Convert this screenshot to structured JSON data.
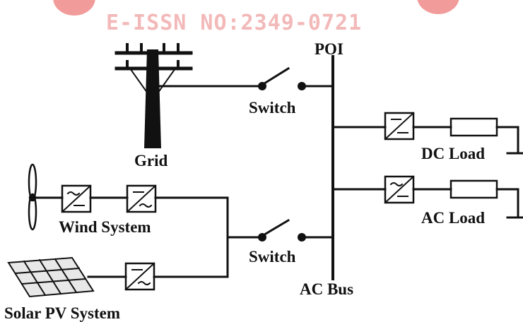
{
  "watermark": {
    "text": "E-ISSN NO:2349-0721",
    "color": "#f3b9b9"
  },
  "labels": {
    "poi": "POI",
    "switch_top": "Switch",
    "grid": "Grid",
    "dc_load": "DC Load",
    "ac_load": "AC Load",
    "wind_system": "Wind System",
    "switch_bottom": "Switch",
    "ac_bus": "AC Bus",
    "solar_pv_system": "Solar PV System"
  },
  "colors": {
    "line": "#111111",
    "panel_fill": "#e8e8e8",
    "watermark_logo": "#f08a8a"
  }
}
